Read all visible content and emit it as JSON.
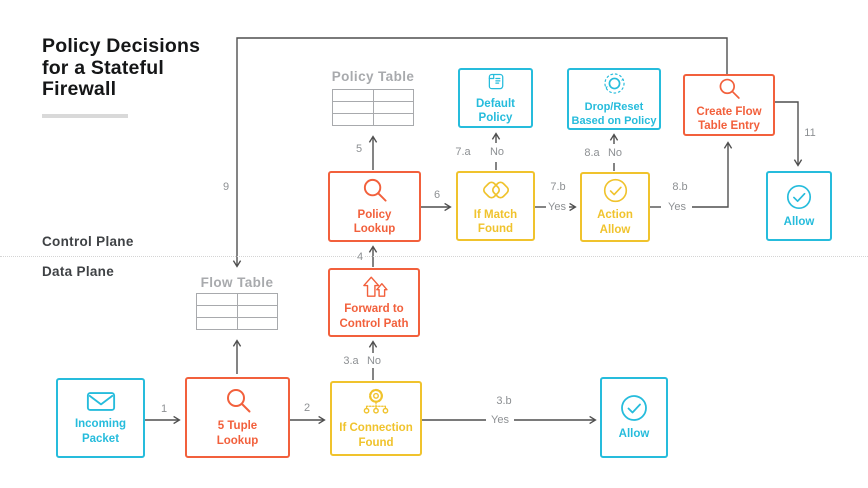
{
  "title": "Policy Decisions\nfor a Stateful\nFirewall",
  "planes": {
    "control": "Control Plane",
    "data": "Data Plane"
  },
  "tables": {
    "policy": {
      "label": "Policy Table",
      "rows": 3,
      "cols": 2
    },
    "flow": {
      "label": "Flow Table",
      "rows": 3,
      "cols": 2
    }
  },
  "nodes": {
    "incoming_packet": {
      "label": "Incoming\nPacket",
      "icon": "envelope-icon",
      "color": "cyan"
    },
    "five_tuple_lookup": {
      "label": "5 Tuple\nLookup",
      "icon": "magnifier-icon",
      "color": "red"
    },
    "if_connection_found": {
      "label": "If Connection\nFound",
      "icon": "gear-network-icon",
      "color": "yellow"
    },
    "allow_data": {
      "label": "Allow",
      "icon": "check-circle-icon",
      "color": "cyan"
    },
    "forward_control_path": {
      "label": "Forward to\nControl Path",
      "icon": "upload-arrows-icon",
      "color": "red"
    },
    "policy_lookup": {
      "label": "Policy\nLookup",
      "icon": "magnifier-icon",
      "color": "red"
    },
    "if_match_found": {
      "label": "If Match\nFound",
      "icon": "overlap-shapes-icon",
      "color": "yellow"
    },
    "action_allow": {
      "label": "Action\nAllow",
      "icon": "check-circle-icon",
      "color": "yellow"
    },
    "default_policy": {
      "label": "Default\nPolicy",
      "icon": "scroll-icon",
      "color": "cyan"
    },
    "drop_reset": {
      "label": "Drop/Reset\nBased on Policy",
      "icon": "reset-orbit-icon",
      "color": "cyan"
    },
    "create_flow_entry": {
      "label": "Create Flow\nTable Entry",
      "icon": "magnifier-icon",
      "color": "red"
    },
    "allow_control": {
      "label": "Allow",
      "icon": "check-circle-icon",
      "color": "cyan"
    }
  },
  "edges": {
    "e1": {
      "num": "1"
    },
    "e2": {
      "num": "2"
    },
    "e3a": {
      "num": "3.a",
      "answer": "No"
    },
    "e3b": {
      "num": "3.b",
      "answer": "Yes"
    },
    "e4": {
      "num": "4"
    },
    "e5": {
      "num": "5"
    },
    "e6": {
      "num": "6"
    },
    "e7a": {
      "num": "7.a",
      "answer": "No"
    },
    "e7b": {
      "num": "7.b",
      "answer": "Yes"
    },
    "e8a": {
      "num": "8.a",
      "answer": "No"
    },
    "e8b": {
      "num": "8.b",
      "answer": "Yes"
    },
    "e9": {
      "num": "9"
    },
    "e11": {
      "num": "11"
    }
  },
  "colors": {
    "cyan": "#26bcdc",
    "red": "#f2603c",
    "yellow": "#f0c32d",
    "gray": "#a8aaad",
    "line": "#4f4f4f",
    "edge_label": "#8d9093",
    "plane_text": "#3f4245",
    "title_text": "#151617",
    "underline": "#d9d9d9",
    "divider": "#d4d4d4"
  }
}
